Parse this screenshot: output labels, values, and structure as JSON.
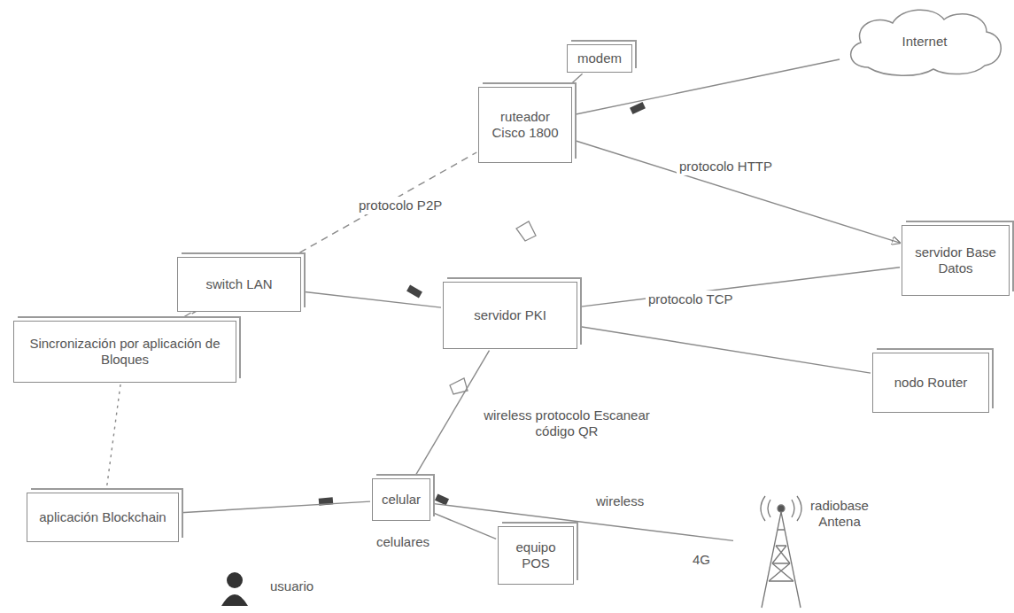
{
  "diagram": {
    "nodes": [
      {
        "text": [
          "modem"
        ]
      },
      {
        "text": [
          "ruteador Cisco 1800"
        ]
      },
      {
        "text": [
          "Internet"
        ]
      },
      {
        "text": [
          "servidor Base Datos"
        ]
      },
      {
        "text": [
          "switch LAN"
        ]
      },
      {
        "text": [
          "servidor PKI"
        ]
      },
      {
        "text": [
          "Sincronización por aplicación de Bloques"
        ]
      },
      {
        "text": [
          "nodo Router"
        ]
      },
      {
        "text": [
          "aplicación Blockchain"
        ]
      },
      {
        "text": [
          "celular"
        ]
      },
      {
        "text": [
          "equipo POS"
        ]
      },
      {
        "text": [
          "radiobase Antena"
        ]
      }
    ],
    "edges": [
      {
        "from": 1,
        "to": 2,
        "arrow": "none"
      },
      {
        "from": 1,
        "to": 0,
        "arrow": "none"
      },
      {
        "from": 1,
        "to": 3,
        "label": "protocolo HTTP",
        "arrow": "to"
      },
      {
        "from": 4,
        "to": 5,
        "arrow": "none"
      },
      {
        "from": 5,
        "to": 3,
        "label": "protocolo TCP",
        "arrow": "none"
      },
      {
        "from": 5,
        "to": 7,
        "arrow": "none"
      },
      {
        "from": 6,
        "to": 4,
        "arrow": "none"
      },
      {
        "from": 6,
        "to": 1,
        "label": "protocolo P2P",
        "arrow": "none"
      },
      {
        "from": 5,
        "to": 9,
        "label": "wireless protocolo Escanear código QR",
        "arrow": "none"
      },
      {
        "from": 8,
        "to": 9,
        "arrow": "none"
      },
      {
        "from": 9,
        "to": 10,
        "arrow": "none"
      },
      {
        "from": 9,
        "to": 11,
        "label": "wireless",
        "arrow": "none"
      },
      {
        "from": 6,
        "to": 8,
        "arrow": "none"
      }
    ],
    "labels": [
      "celulares",
      "usuario",
      "4G"
    ]
  }
}
